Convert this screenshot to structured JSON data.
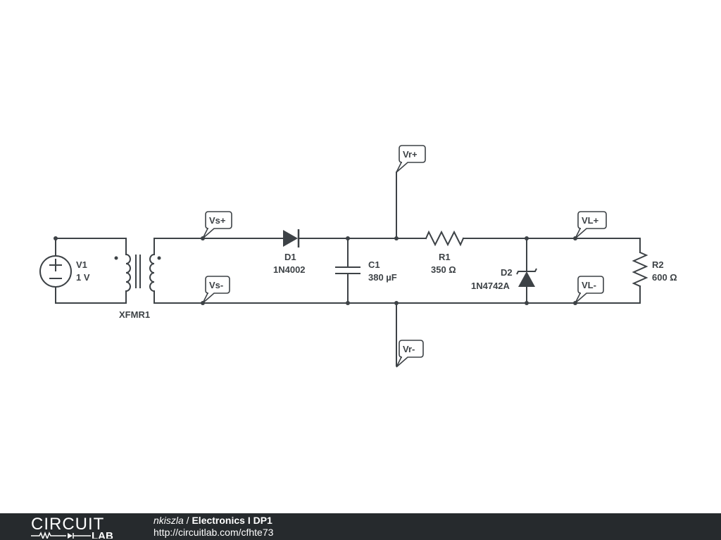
{
  "components": {
    "v1": {
      "name": "V1",
      "value": "1 V"
    },
    "xfmr1": {
      "name": "XFMR1"
    },
    "d1": {
      "name": "D1",
      "value": "1N4002"
    },
    "c1": {
      "name": "C1",
      "value": "380 µF"
    },
    "r1": {
      "name": "R1",
      "value": "350 Ω"
    },
    "d2": {
      "name": "D2",
      "value": "1N4742A"
    },
    "r2": {
      "name": "R2",
      "value": "600 Ω"
    }
  },
  "probes": {
    "vs_plus": "Vs+",
    "vs_minus": "Vs-",
    "vr_plus": "Vr+",
    "vr_minus": "Vr-",
    "vl_plus": "VL+",
    "vl_minus": "VL-"
  },
  "footer": {
    "logo_top": "CIRCUIT",
    "logo_bottom": "LAB",
    "author": "nkiszla",
    "separator": " / ",
    "title": "Electronics I DP1",
    "url": "http://circuitlab.com/cfhte73"
  },
  "colors": {
    "wire": "#3d4246",
    "footer_background": "#262a2d"
  }
}
